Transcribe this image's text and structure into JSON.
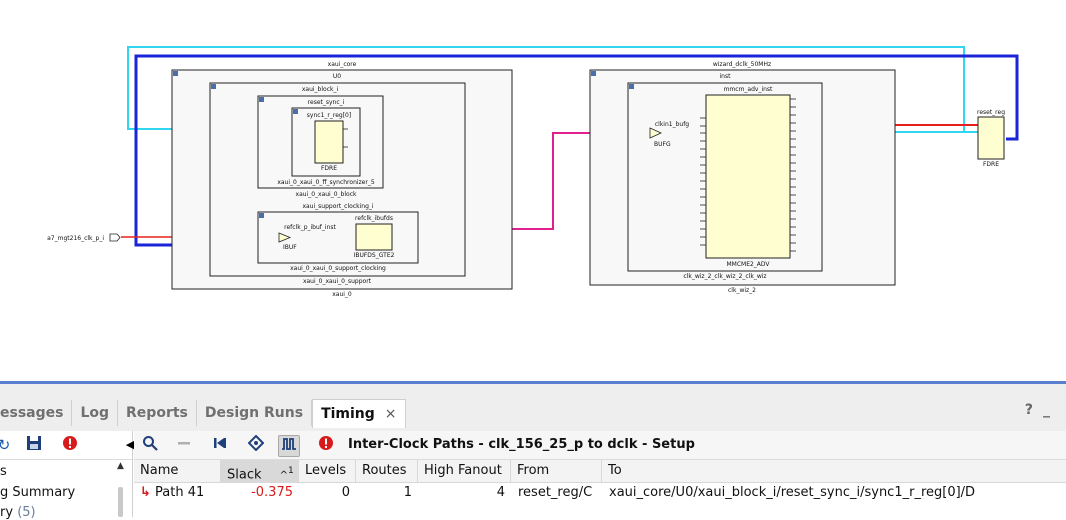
{
  "schematic": {
    "cells": {
      "xaui_core_top": "xaui_core",
      "u0": "U0",
      "xaui_block_i": "xaui_block_i",
      "reset_sync_i": "reset_sync_i",
      "sync1_r_reg": "sync1_r_reg[0]",
      "fdre_1": "FDRE",
      "ff_sync": "xaui_0_xaui_0_ff_synchronizer_5",
      "block": "xaui_0_xaui_0_block",
      "support_clocking_i": "xaui_support_clocking_i",
      "refclk_p_ibuf_inst": "refclk_p_ibuf_inst",
      "ibuf": "IBUF",
      "refclk_ibufds": "refclk_ibufds",
      "ibufds_gte2": "IBUFDS_GTE2",
      "support_clocking": "xaui_0_xaui_0_support_clocking",
      "support": "xaui_0_xaui_0_support",
      "xaui_0": "xaui_0",
      "wizard_top": "wizard_dclk_50MHz",
      "inst": "inst",
      "mmcm_adv_inst": "mmcm_adv_inst",
      "clkin1_bufg": "clkin1_bufg",
      "bufg": "BUFG",
      "mmcme2_adv": "MMCME2_ADV",
      "clk_wiz_full": "clk_wiz_2_clk_wiz_2_clk_wiz",
      "clk_wiz_2": "clk_wiz_2",
      "reset_reg": "reset_reg",
      "fdre_2": "FDRE",
      "port": "a7_mgt216_clk_p_i"
    },
    "colors": {
      "cyan": "#33d6ef",
      "blue": "#1a24d9",
      "red": "#e8201a",
      "green": "#2e9a2e",
      "magenta": "#e0208e"
    }
  },
  "tabs": [
    {
      "label": "essages",
      "icon": ""
    },
    {
      "label": "Log"
    },
    {
      "label": "Reports"
    },
    {
      "label": "Design Runs"
    },
    {
      "label": "Timing",
      "active": true,
      "close": "×"
    }
  ],
  "tabbar_right": "?",
  "left_toolbar_icons": [
    "refresh-icon",
    "save-icon",
    "error-icon"
  ],
  "tree": [
    {
      "label": "s",
      "count": ""
    },
    {
      "label": "g Summary",
      "count": ""
    },
    {
      "label": "ry",
      "count": "(5)"
    }
  ],
  "right_toolbar_icons": [
    "search-icon",
    "minus-icon",
    "flip-icon",
    "diamond-icon",
    "waveform-icon",
    "error-icon"
  ],
  "timing_title": "Inter-Clock Paths - clk_156_25_p to dclk - Setup",
  "table": {
    "columns": [
      {
        "label": "Name"
      },
      {
        "label": "Slack",
        "sort": "^",
        "sort_index": "1"
      },
      {
        "label": "Levels"
      },
      {
        "label": "Routes"
      },
      {
        "label": "High Fanout"
      },
      {
        "label": "From"
      },
      {
        "label": "To"
      }
    ],
    "row": {
      "name": "Path 41",
      "slack": "-0.375",
      "levels": "0",
      "routes": "1",
      "high_fanout": "4",
      "from": "reset_reg/C",
      "to": "xaui_core/U0/xaui_block_i/reset_sync_i/sync1_r_reg[0]/D"
    }
  }
}
